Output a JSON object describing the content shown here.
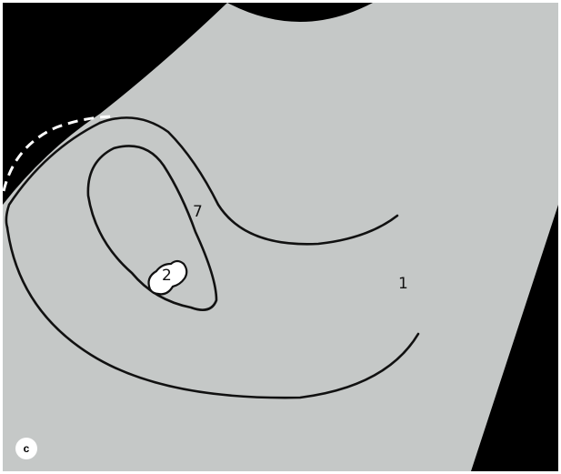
{
  "diagram": {
    "panel_letter": "c",
    "structure_labels": {
      "seven": "7",
      "one": "1",
      "two": "2"
    }
  },
  "colors": {
    "background": "#000000",
    "sector_fill": "#c5c8c7",
    "contour": "#111111",
    "dashed_outline": "#ffffff",
    "panel_badge": "#ffffff"
  }
}
